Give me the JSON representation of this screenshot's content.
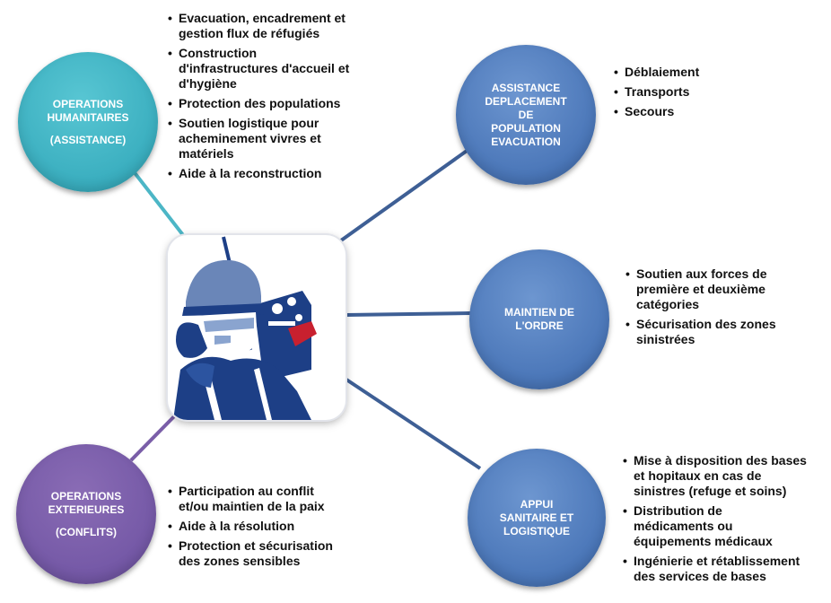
{
  "nodes": {
    "humanitaires": {
      "title_lines": [
        "OPERATIONS",
        "HUMANITAIRES"
      ],
      "subtitle": "(ASSISTANCE)",
      "color": "#3aaebf"
    },
    "deplacement": {
      "title_lines": [
        "ASSISTANCE",
        "DEPLACEMENT",
        "DE",
        "POPULATION",
        "EVACUATION"
      ],
      "color": "#4a76b8"
    },
    "ordre": {
      "title_lines": [
        "MAINTIEN DE",
        "L'ORDRE"
      ],
      "color": "#4a76b8"
    },
    "sanitaire": {
      "title_lines": [
        "APPUI",
        "SANITAIRE ET",
        "LOGISTIQUE"
      ],
      "color": "#4a76b8"
    },
    "exterieures": {
      "title_lines": [
        "OPERATIONS",
        "EXTERIEURES"
      ],
      "subtitle": "(CONFLITS)",
      "color": "#7458a6"
    }
  },
  "bullets": {
    "humanitaires": [
      [
        "Evacuation, encadrement et",
        "gestion flux de réfugiés"
      ],
      [
        "Construction",
        "d'infrastructures d'accueil et",
        "d'hygiène"
      ],
      [
        "Protection des populations"
      ],
      [
        "Soutien logistique pour",
        "acheminement vivres et",
        "matériels"
      ],
      [
        "Aide à la reconstruction"
      ]
    ],
    "deplacement": [
      [
        "Déblaiement"
      ],
      [
        "Transports"
      ],
      [
        "Secours"
      ]
    ],
    "ordre": [
      [
        "Soutien aux forces de",
        "première et deuxième",
        "catégories"
      ],
      [
        "Sécurisation des zones",
        "sinistrées"
      ]
    ],
    "sanitaire": [
      [
        "Mise à disposition des bases",
        "et hopitaux en cas de",
        "sinistres (refuge et soins)"
      ],
      [
        "Distribution de",
        "médicaments ou",
        "équipements médicaux"
      ],
      [
        "Ingénierie et rétablissement",
        "des services de bases"
      ]
    ],
    "exterieures": [
      [
        "Participation au conflit",
        "et/ou maintien de la paix"
      ],
      [
        "Aide à la résolution"
      ],
      [
        "Protection et sécurisation",
        "des zones sensibles"
      ]
    ]
  },
  "bullet_char": "•",
  "center_icon": "soldier-with-radio-icon",
  "colors": {
    "connector_teal": "#4cb6c6",
    "connector_blue": "#3e5f95",
    "connector_purple": "#7a5ea8",
    "icon_blue": "#1d3f86",
    "icon_red": "#c8202f"
  }
}
